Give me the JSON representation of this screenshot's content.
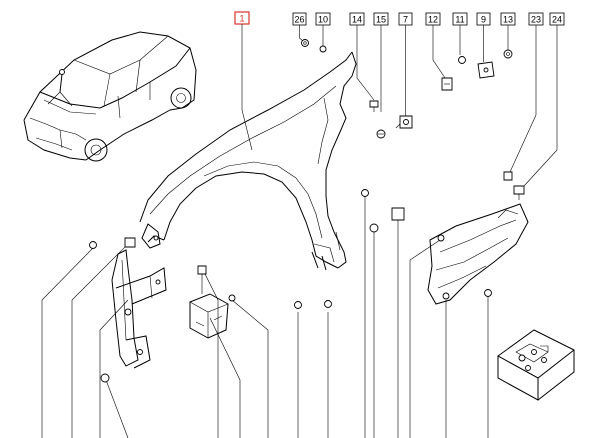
{
  "callouts": [
    {
      "label": "1",
      "highlight": true
    },
    {
      "label": "26"
    },
    {
      "label": "10"
    },
    {
      "label": "14"
    },
    {
      "label": "15"
    },
    {
      "label": "7"
    },
    {
      "label": "12"
    },
    {
      "label": "11"
    },
    {
      "label": "9"
    },
    {
      "label": "13"
    },
    {
      "label": "23"
    },
    {
      "label": "24"
    }
  ],
  "colors": {
    "line": "#000000",
    "highlight": "#d9342b",
    "background": "#ffffff"
  }
}
